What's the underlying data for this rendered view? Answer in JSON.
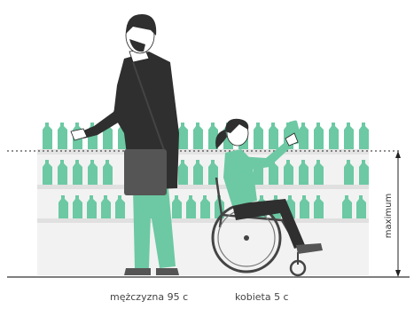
{
  "labels": {
    "man": "mężczyzna 95 c",
    "woman": "kobieta 5 c",
    "maximum": "maximum"
  },
  "colors": {
    "shelf": "#eeeeee",
    "shelf_edge": "#d9d9d9",
    "bottle": "#6cc9a3",
    "bottle_dark": "#4fb48c",
    "jacket": "#2f2f2f",
    "trousers": "#6cc9a3",
    "bag": "#555555",
    "skin": "#ffffff",
    "outline": "#222222",
    "wheel": "#444444",
    "floor": "#555555",
    "reach_line": "#222222"
  },
  "icons": [
    "man-figure",
    "woman-in-wheelchair-figure",
    "shelf-unit",
    "bottle-icon",
    "height-dimension-arrow"
  ]
}
